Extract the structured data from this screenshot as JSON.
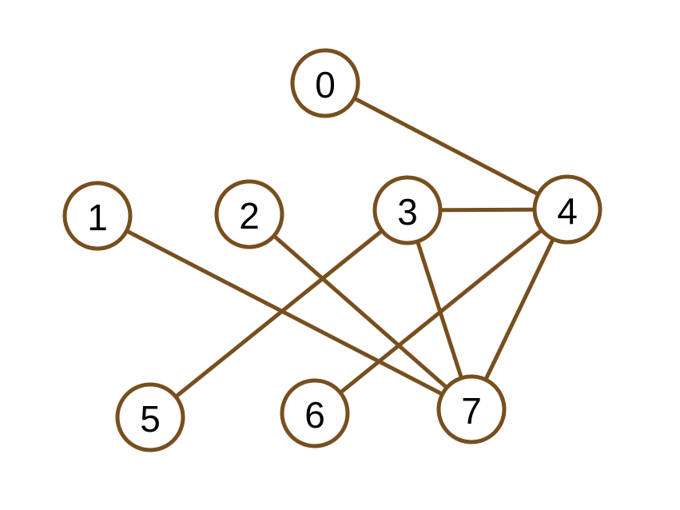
{
  "graph": {
    "edge_color": "#774f1f",
    "node_stroke_color": "#774f1f",
    "node_fill_color": "#ffffff",
    "label_color": "#000000",
    "nodes": [
      {
        "id": "0",
        "label": "0"
      },
      {
        "id": "1",
        "label": "1"
      },
      {
        "id": "2",
        "label": "2"
      },
      {
        "id": "3",
        "label": "3"
      },
      {
        "id": "4",
        "label": "4"
      },
      {
        "id": "5",
        "label": "5"
      },
      {
        "id": "6",
        "label": "6"
      },
      {
        "id": "7",
        "label": "7"
      }
    ],
    "edges": [
      {
        "from": "0",
        "to": "4"
      },
      {
        "from": "3",
        "to": "4"
      },
      {
        "from": "1",
        "to": "7"
      },
      {
        "from": "2",
        "to": "7"
      },
      {
        "from": "3",
        "to": "5"
      },
      {
        "from": "3",
        "to": "7"
      },
      {
        "from": "4",
        "to": "6"
      },
      {
        "from": "4",
        "to": "7"
      }
    ]
  }
}
